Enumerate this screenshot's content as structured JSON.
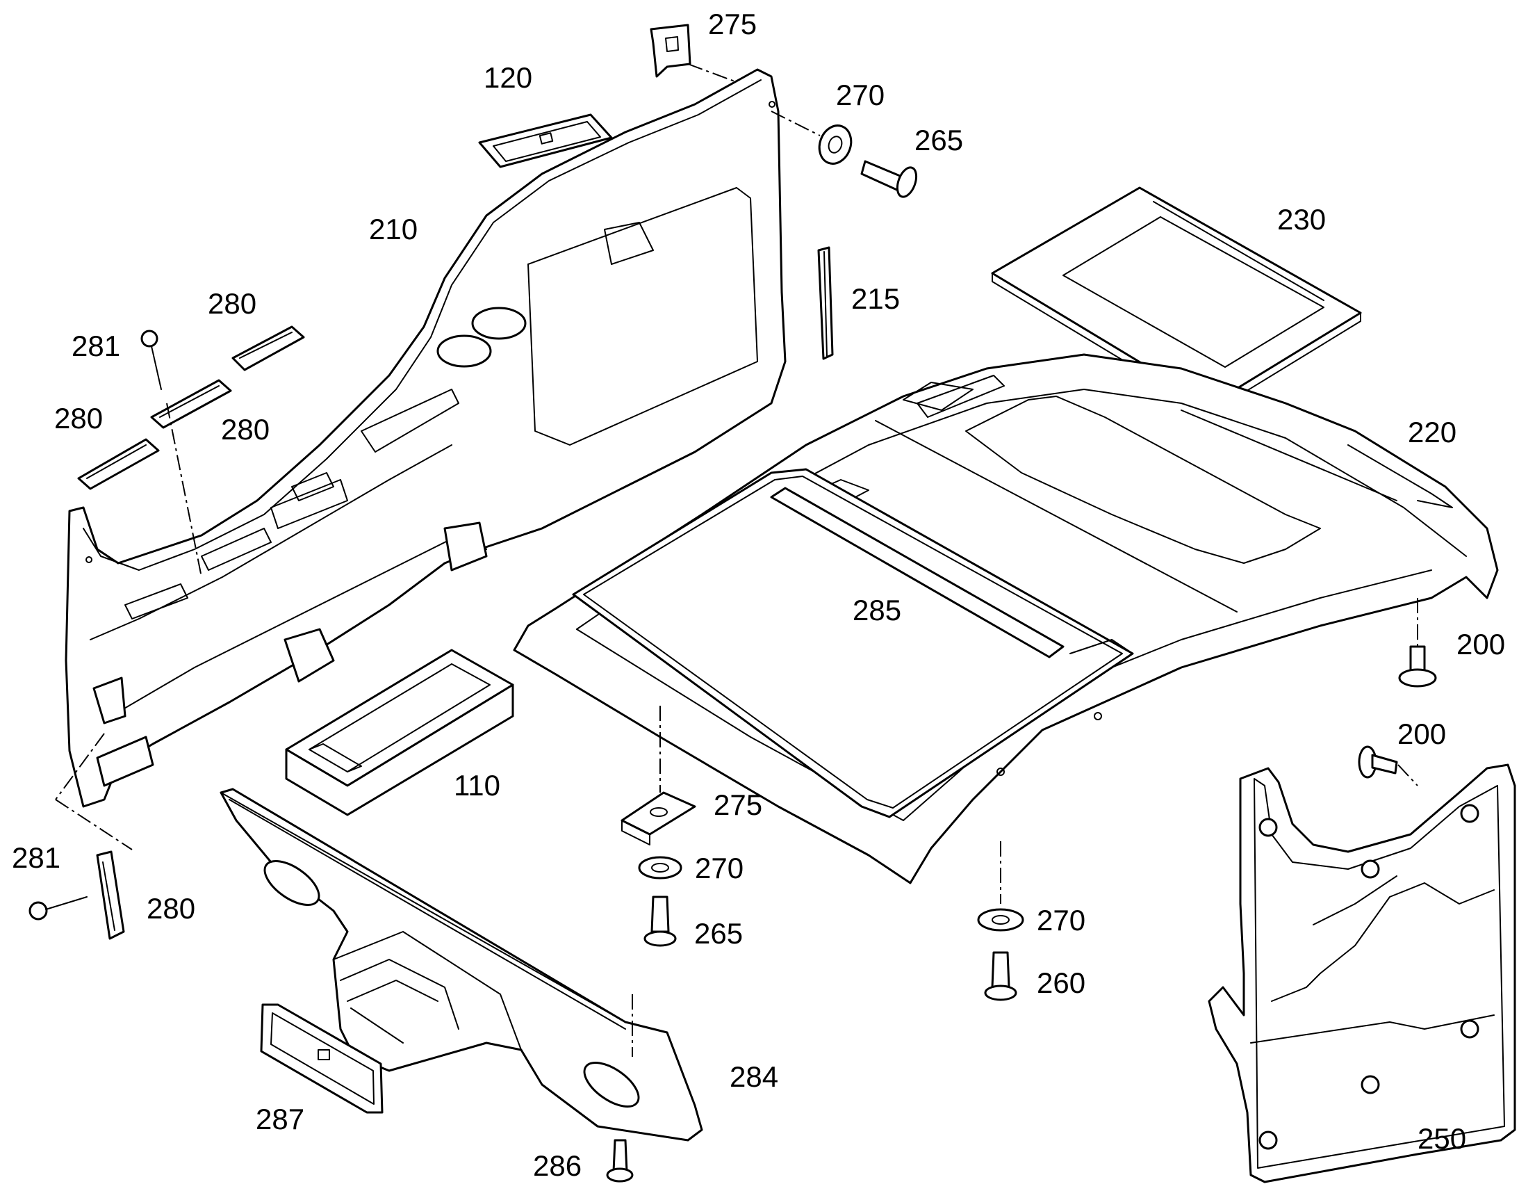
{
  "callouts": {
    "c120": "120",
    "c275_top": "275",
    "c270_top": "270",
    "c265_top": "265",
    "c210": "210",
    "c215": "215",
    "c230": "230",
    "c280_a": "280",
    "c281_top": "281",
    "c280_b": "280",
    "c280_c": "280",
    "c220": "220",
    "c285": "285",
    "c200_a": "200",
    "c110": "110",
    "c200_b": "200",
    "c275_mid": "275",
    "c281_bot": "281",
    "c280_d": "280",
    "c270_mid": "270",
    "c265_mid": "265",
    "c270_right": "270",
    "c260": "260",
    "c284": "284",
    "c287": "287",
    "c286": "286",
    "c250": "250"
  }
}
